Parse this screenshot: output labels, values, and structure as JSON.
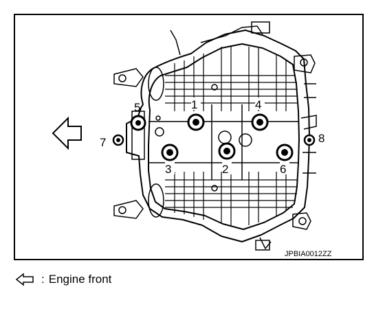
{
  "figure": {
    "code": "JPBIA0012ZZ",
    "bolt_labels": [
      "1",
      "2",
      "3",
      "4",
      "5",
      "6",
      "7",
      "8"
    ]
  },
  "legend": {
    "separator": ":",
    "text": "Engine front"
  }
}
